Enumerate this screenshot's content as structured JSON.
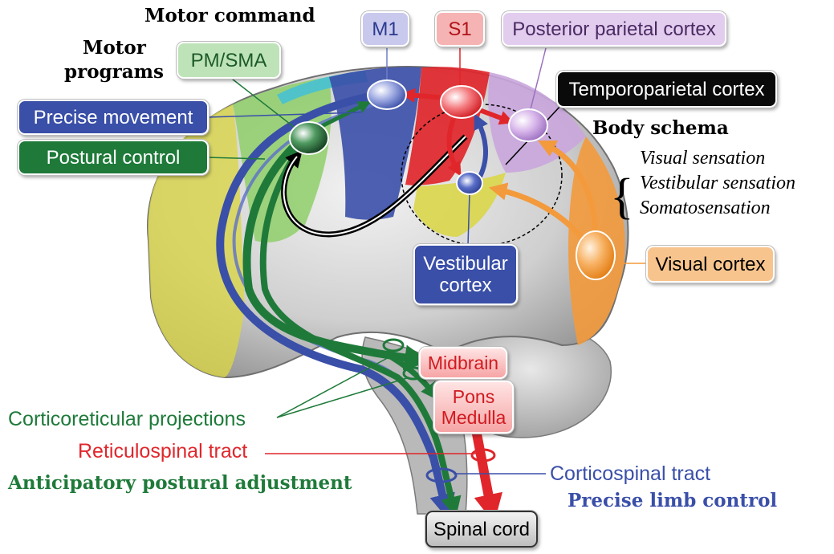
{
  "labels": {
    "motor_command": "Motor command",
    "motor_programs_l1": "Motor",
    "motor_programs_l2": "programs",
    "m1": "M1",
    "s1": "S1",
    "posterior_parietal": "Posterior parietal cortex",
    "pm_sma": "PM/SMA",
    "temporoparietal": "Temporoparietal cortex",
    "precise_movement": "Precise movement",
    "postural_control": "Postural control",
    "body_schema": "Body schema",
    "visual_sensation": "Visual sensation",
    "vestibular_sensation": "Vestibular sensation",
    "somatosensation": "Somatosensation",
    "vestibular_cortex_l1": "Vestibular",
    "vestibular_cortex_l2": "cortex",
    "visual_cortex": "Visual cortex",
    "midbrain": "Midbrain",
    "pons": "Pons",
    "medulla": "Medulla",
    "corticoreticular": "Corticoreticular projections",
    "reticulospinal": "Reticulospinal tract",
    "corticospinal": "Corticospinal tract",
    "anticipatory": "Anticipatory postural adjustment",
    "precise_limb": "Precise limb control",
    "spinal_cord": "Spinal cord"
  },
  "colors": {
    "motor_blue": "#3a4fa8",
    "postural_green": "#1f7a3a",
    "sensory_red": "#e0262b",
    "visual_orange": "#f39a3c",
    "parietal_violet": "#c9a6dd",
    "premotor_green": "#8fcf6a",
    "prefrontal_yellow": "#d9d64a",
    "temporoparietal_black": "#0a0a0a"
  }
}
